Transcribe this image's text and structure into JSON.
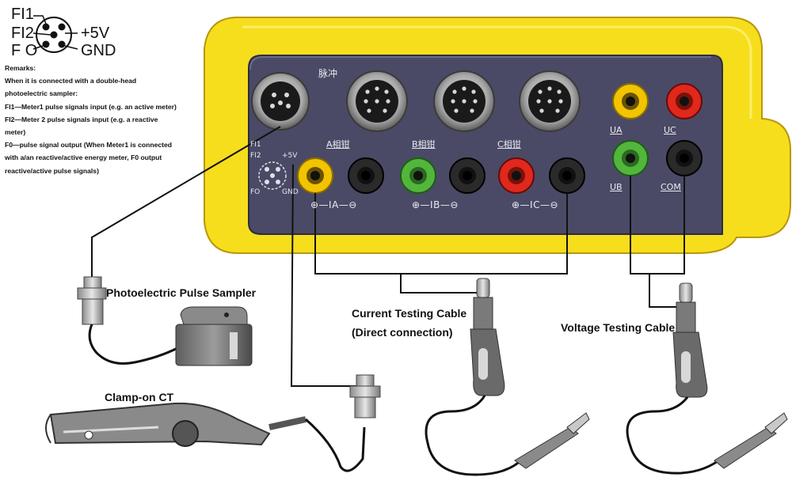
{
  "connector_pinout": {
    "pin_labels_left": [
      "FI1",
      "FI2",
      "F O"
    ],
    "pin_labels_right": [
      "+5V",
      "GND"
    ]
  },
  "remarks": {
    "lines": [
      "Remarks:",
      "When it is connected with a double-head",
      "photoelectric sampler:",
      "FI1—Meter1 pulse signals input (e.g. an active meter)",
      "FI2—Meter 2 pulse signals input (e.g. a reactive",
      "meter)",
      "F0—pulse signal output (When Meter1 is connected",
      "with a/an reactive/active energy meter, F0 output",
      "reactive/active pulse signals)"
    ]
  },
  "panel": {
    "pulse_label": "脉冲",
    "clamp_ports": [
      "A相钳",
      "B相钳",
      "C相钳"
    ],
    "current_channels": [
      "⊕—IA—⊖",
      "⊕—IB—⊖",
      "⊕—IC—⊖"
    ],
    "voltage_ports": [
      "UA",
      "UC",
      "UB",
      "COM"
    ],
    "small_connector_labels": [
      "FI1",
      "FI2",
      "FO",
      "+5V",
      "GND"
    ]
  },
  "callouts": {
    "photoelectric": "Photoelectric Pulse Sampler",
    "current_cable_line1": "Current Testing Cable",
    "current_cable_line2": "(Direct connection)",
    "voltage_cable": "Voltage Testing Cable",
    "clamp_ct": "Clamp-on CT"
  },
  "colors": {
    "housing_yellow": "#f6de1c",
    "housing_edge": "#c9a80e",
    "panel": "#4a4a66",
    "jack_yellow": "#f2c400",
    "jack_red": "#e0281d",
    "jack_green": "#52b63c",
    "jack_black": "#222222"
  }
}
